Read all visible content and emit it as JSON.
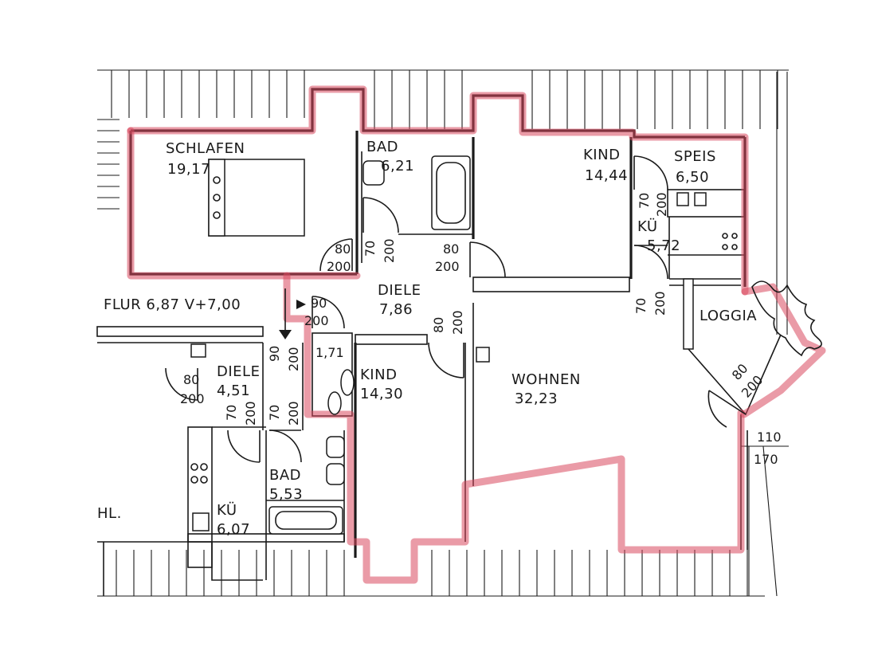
{
  "rooms": {
    "schlafen": {
      "name": "SCHLAFEN",
      "area": "19,17"
    },
    "bad_top": {
      "name": "BAD",
      "area": "6,21"
    },
    "kind_top": {
      "name": "KIND",
      "area": "14,44"
    },
    "speis": {
      "name": "SPEIS",
      "area": "6,50"
    },
    "kueche_r": {
      "name": "KÜ",
      "area": "5,72"
    },
    "diele_main": {
      "name": "DIELE",
      "area": "7,86"
    },
    "flur": {
      "text": "FLUR 6,87 V+7,00"
    },
    "loggia": {
      "name": "LOGGIA"
    },
    "wohnen": {
      "name": "WOHNEN",
      "area": "32,23"
    },
    "kind_bot": {
      "name": "KIND",
      "area": "14,30"
    },
    "diele_left": {
      "name": "DIELE",
      "area": "4,51"
    },
    "bad_bot": {
      "name": "BAD",
      "area": "5,53"
    },
    "kueche_l": {
      "name": "KÜ",
      "area": "6,07"
    },
    "wc": {
      "area": "1,71"
    },
    "hl": {
      "text": "HL."
    }
  },
  "dimensions": {
    "d80": "80",
    "d200": "200",
    "d70": "70",
    "d90": "90",
    "d110": "110",
    "d170": "170"
  },
  "colors": {
    "line": "#1a1a1a",
    "highlight": "#d9485f"
  }
}
